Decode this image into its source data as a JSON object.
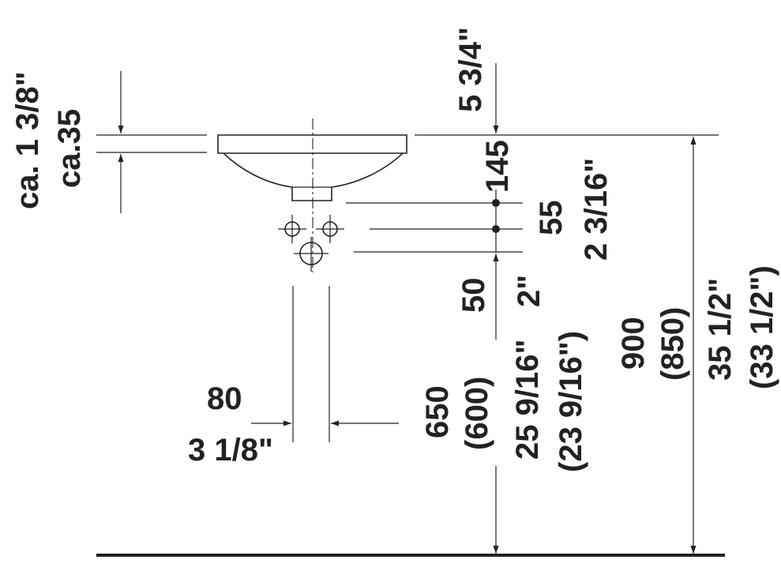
{
  "diagram": {
    "top_clearance": {
      "imperial": "ca. 1 3/8\"",
      "metric": "ca.35"
    },
    "overflow_height": {
      "imperial": "5 3/4\"",
      "metric": "145"
    },
    "drain_offset": {
      "metric": "55",
      "imperial": "2 3/16\""
    },
    "waste_offset": {
      "metric": "50",
      "imperial": "2\""
    },
    "tap_spacing": {
      "metric": "80",
      "imperial": "3 1/8\""
    },
    "drain_height": {
      "metric": "650",
      "metric_alt": "(600)",
      "imperial": "25 9/16\"",
      "imperial_alt": "(23 9/16\")"
    },
    "rim_height": {
      "metric": "900",
      "metric_alt": "(850)",
      "imperial": "35 1/2\"",
      "imperial_alt": "(33 1/2\")"
    }
  }
}
